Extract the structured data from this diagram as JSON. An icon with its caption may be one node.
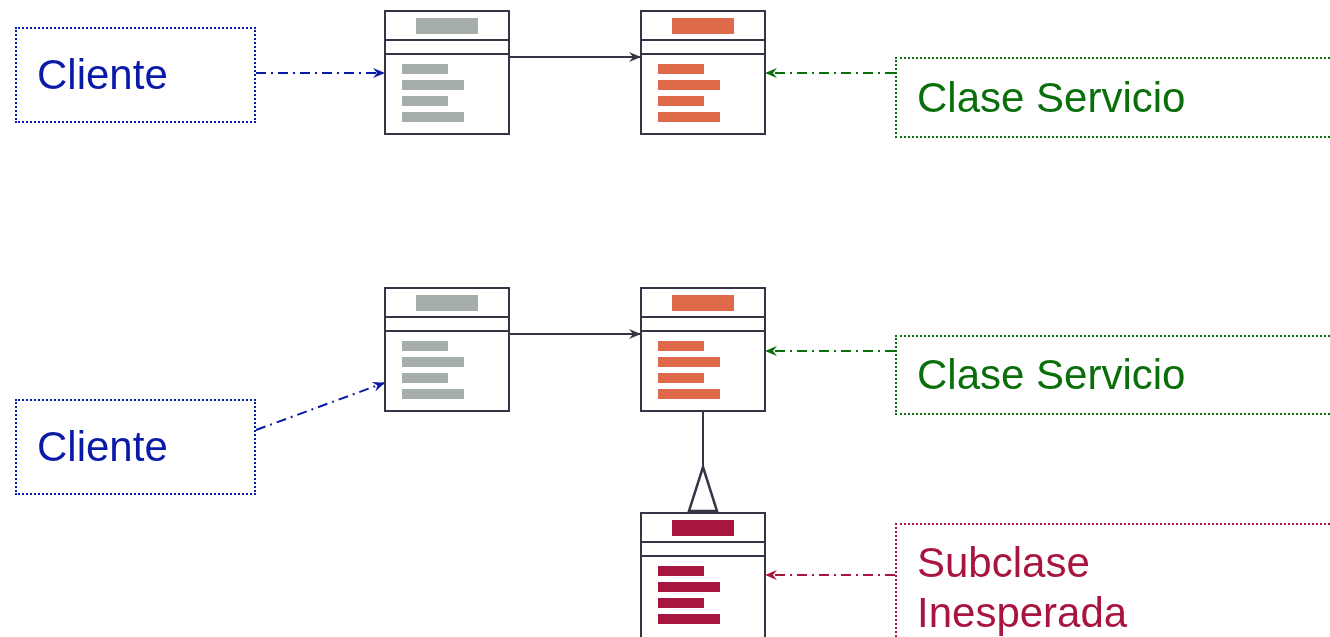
{
  "diagram": {
    "nodes": [
      {
        "text": [
          "Cliente"
        ]
      },
      {
        "text": [],
        "shape": "box"
      },
      {
        "text": [],
        "shape": "box"
      },
      {
        "text": [
          "Clase Servicio"
        ]
      },
      {
        "text": [],
        "shape": "box"
      },
      {
        "text": [],
        "shape": "box"
      },
      {
        "text": [
          "Clase Servicio"
        ]
      },
      {
        "text": [
          "Cliente"
        ]
      },
      {
        "text": [],
        "shape": "box"
      },
      {
        "text": [
          "Subclase Inesperada"
        ]
      }
    ],
    "edges": [
      {
        "from": 0,
        "to": 1,
        "arrow": "to",
        "style": "dashed",
        "color": "#0a1aa8"
      },
      {
        "from": 1,
        "to": 2,
        "arrow": "to"
      },
      {
        "from": 3,
        "to": 2,
        "arrow": "to",
        "style": "dashed",
        "color": "#0a6e0a"
      },
      {
        "from": 7,
        "to": 4,
        "arrow": "to",
        "style": "dashed",
        "color": "#0a1aa8"
      },
      {
        "from": 4,
        "to": 5,
        "arrow": "to"
      },
      {
        "from": 6,
        "to": 5,
        "arrow": "to",
        "style": "dashed",
        "color": "#0a6e0a"
      },
      {
        "from": 5,
        "to": 8,
        "arrow": "other"
      },
      {
        "from": 9,
        "to": 8,
        "arrow": "to",
        "style": "dashed",
        "color": "#a8163f"
      }
    ]
  }
}
